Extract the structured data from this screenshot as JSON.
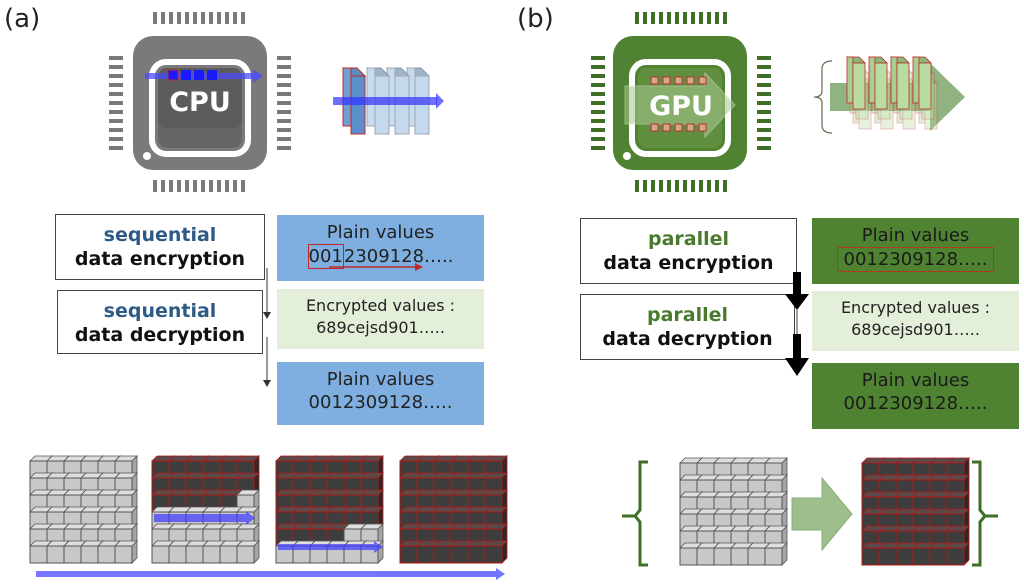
{
  "panels": {
    "a": {
      "label": "(a)",
      "chip_label": "CPU",
      "colors": {
        "chip": "#7a7a7a",
        "chip_inner": "#5e5e5e",
        "accent": "#2e5b86",
        "value_box": "#7fafe0",
        "arrow": "#5a5af0"
      },
      "steps": [
        {
          "keyword": "sequential",
          "text": "data encryption"
        },
        {
          "keyword": "sequential",
          "text": "data decryption"
        }
      ],
      "values": [
        {
          "title": "Plain values",
          "highlight": "001",
          "rest": "2309128….."
        },
        {
          "title": "Encrypted values :",
          "value": "689cejsd901….."
        },
        {
          "title": "Plain values",
          "value": "0012309128….."
        }
      ],
      "cube_grids": [
        {
          "state": "unprocessed",
          "processed_cells": 0
        },
        {
          "state": "in-progress",
          "processed_cells": 17
        },
        {
          "state": "in-progress",
          "processed_cells": 28
        },
        {
          "state": "done",
          "processed_cells": 36
        }
      ]
    },
    "b": {
      "label": "(b)",
      "chip_label": "GPU",
      "colors": {
        "chip": "#4f8331",
        "chip_inner": "#5f8f3f",
        "accent": "#4a7a2e",
        "value_box": "#4f8331",
        "arrow": "#9dbf8c"
      },
      "steps": [
        {
          "keyword": "parallel",
          "text": "data encryption"
        },
        {
          "keyword": "parallel",
          "text": "data decryption"
        }
      ],
      "values": [
        {
          "title": "Plain values",
          "value": "0012309128….."
        },
        {
          "title": "Encrypted values  :",
          "value": "689cejsd901….."
        },
        {
          "title": "Plain  values",
          "value": "0012309128….."
        }
      ],
      "cube_grids": [
        {
          "state": "unprocessed",
          "processed_cells": 0
        },
        {
          "state": "done",
          "processed_cells": 36
        }
      ]
    }
  }
}
